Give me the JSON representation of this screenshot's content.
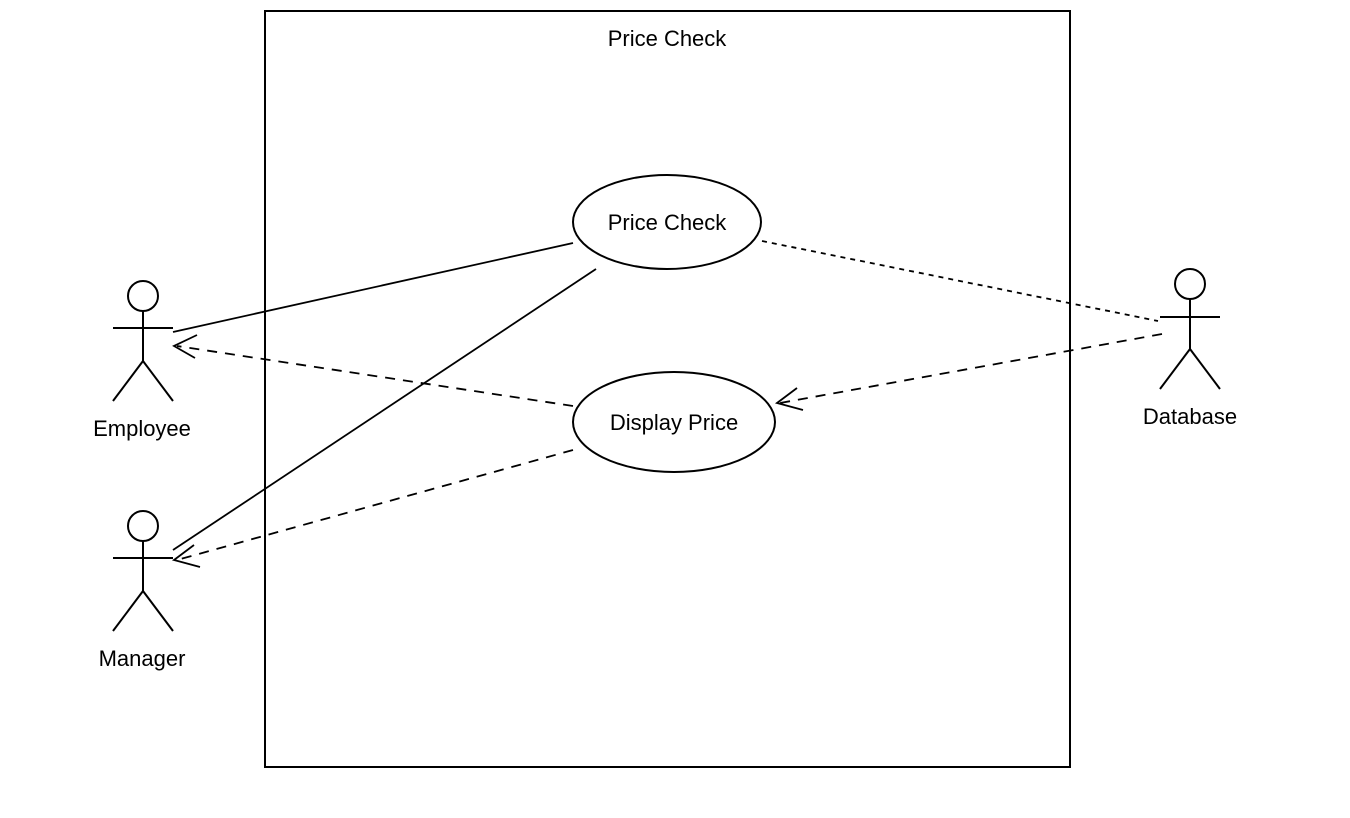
{
  "diagram": {
    "type": "use-case",
    "system": {
      "label": "Price Check"
    },
    "use_cases": [
      {
        "id": "price-check",
        "label": "Price Check"
      },
      {
        "id": "display-price",
        "label": "Display Price"
      }
    ],
    "actors": [
      {
        "id": "employee",
        "label": "Employee"
      },
      {
        "id": "manager",
        "label": "Manager"
      },
      {
        "id": "database",
        "label": "Database"
      }
    ],
    "connections": [
      {
        "from": "employee",
        "to": "price-check",
        "style": "solid"
      },
      {
        "from": "manager",
        "to": "price-check",
        "style": "solid"
      },
      {
        "from": "price-check",
        "to": "database",
        "style": "dotted"
      },
      {
        "from": "display-price",
        "to": "employee",
        "style": "dashed",
        "arrow": "open"
      },
      {
        "from": "display-price",
        "to": "manager",
        "style": "dashed",
        "arrow": "open"
      },
      {
        "from": "database",
        "to": "display-price",
        "style": "dashed",
        "arrow": "open"
      }
    ]
  }
}
